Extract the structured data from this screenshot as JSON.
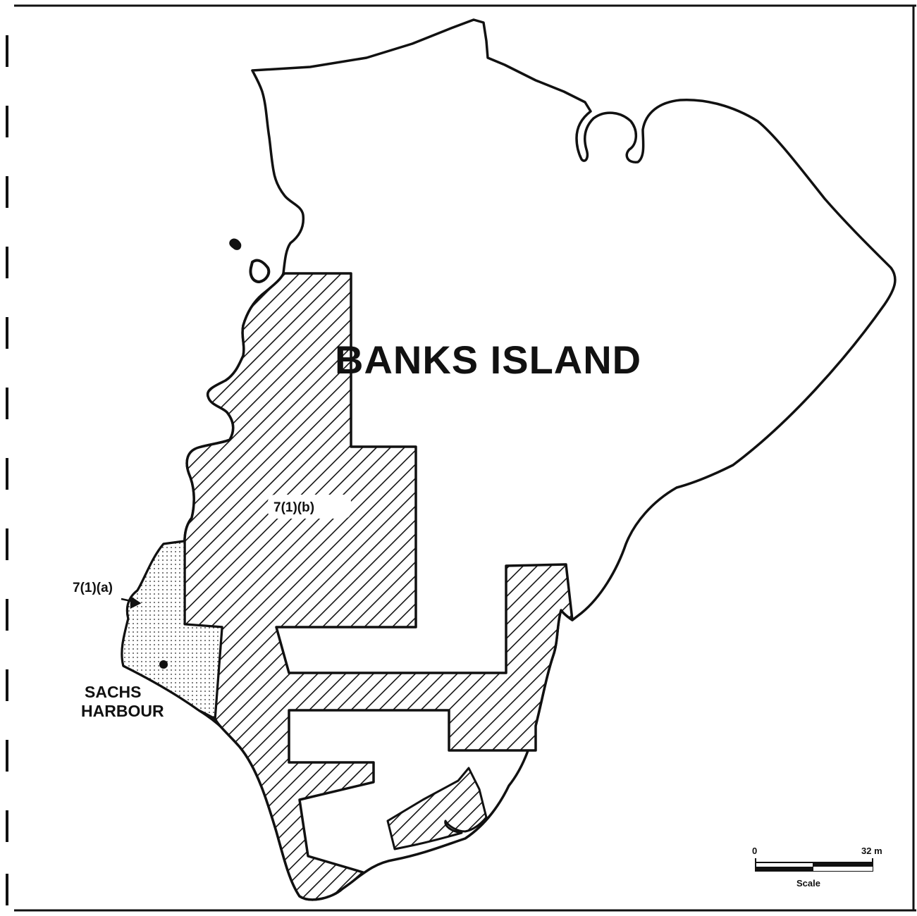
{
  "map": {
    "title": "BANKS ISLAND",
    "zones": {
      "zone_a": {
        "label": "7(1)(a)",
        "pattern": "dotted"
      },
      "zone_b": {
        "label": "7(1)(b)",
        "pattern": "diagonal-hatch"
      }
    },
    "places": {
      "sachs_line1": "SACHS",
      "sachs_line2": "HARBOUR"
    },
    "scale": {
      "start": "0",
      "end": "32 m",
      "caption": "Scale"
    },
    "colors": {
      "ink": "#111111",
      "paper": "#ffffff"
    }
  }
}
